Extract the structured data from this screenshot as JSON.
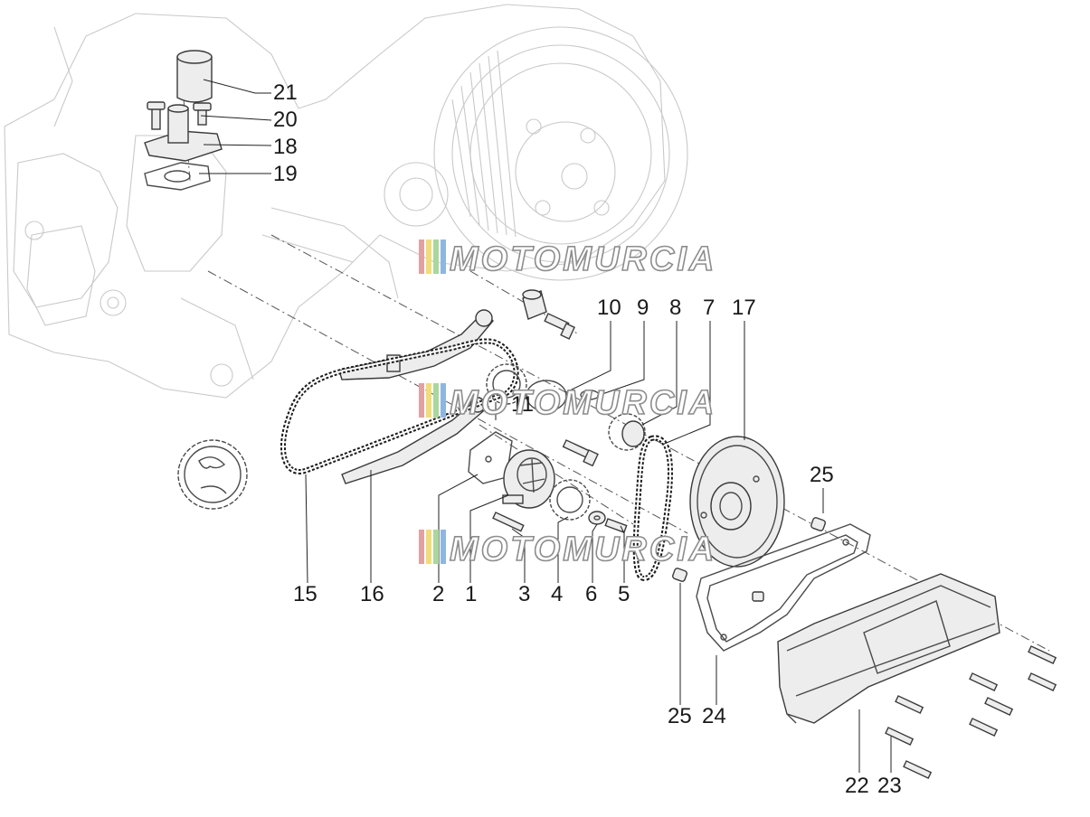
{
  "watermark": {
    "brand": "MOTOMURCIA",
    "stripe_colors": [
      "#e2a0a0",
      "#f1dc7a",
      "#a9d79e",
      "#8fb6e3"
    ]
  },
  "callouts": {
    "c21": "21",
    "c20": "20",
    "c18": "18",
    "c19": "19",
    "c10": "10",
    "c9": "9",
    "c8": "8",
    "c7": "7",
    "c17": "17",
    "c11": "11",
    "c25a": "25",
    "c15": "15",
    "c16": "16",
    "c2": "2",
    "c1": "1",
    "c3": "3",
    "c4": "4",
    "c6": "6",
    "c5": "5",
    "c25b": "25",
    "c24": "24",
    "c22": "22",
    "c23": "23"
  }
}
